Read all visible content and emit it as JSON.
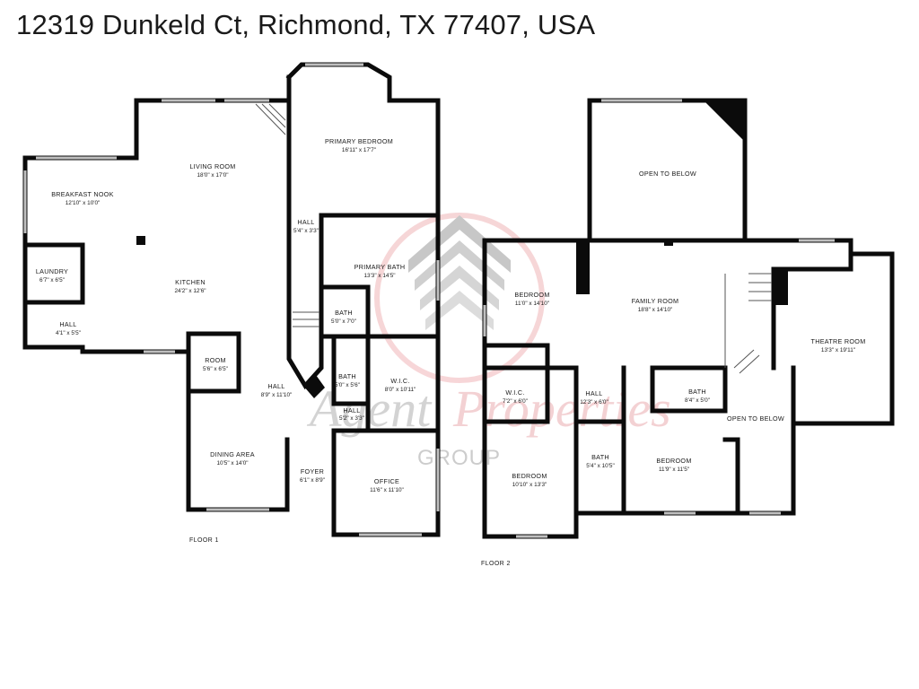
{
  "title": "12319 Dunkeld Ct, Richmond, TX 77407, USA",
  "floors": [
    {
      "label": "FLOOR 1",
      "rooms": [
        {
          "id": "breakfast-nook",
          "name": "BREAKFAST NOOK",
          "dim": "12'10\" x 10'0\""
        },
        {
          "id": "living-room",
          "name": "LIVING ROOM",
          "dim": "18'0\" x 17'0\""
        },
        {
          "id": "primary-bedroom",
          "name": "PRIMARY BEDROOM",
          "dim": "16'11\" x 17'7\""
        },
        {
          "id": "hall-1",
          "name": "HALL",
          "dim": "5'4\" x 3'3\""
        },
        {
          "id": "laundry",
          "name": "LAUNDRY",
          "dim": "6'7\" x 6'5\""
        },
        {
          "id": "kitchen",
          "name": "KITCHEN",
          "dim": "24'2\" x 12'6\""
        },
        {
          "id": "primary-bath",
          "name": "PRIMARY BATH",
          "dim": "13'3\" x 14'5\""
        },
        {
          "id": "hall-2",
          "name": "HALL",
          "dim": "4'1\" x 5'5\""
        },
        {
          "id": "bath-1",
          "name": "BATH",
          "dim": "5'0\" x 7'0\""
        },
        {
          "id": "room",
          "name": "ROOM",
          "dim": "5'6\" x 6'5\""
        },
        {
          "id": "hall-3",
          "name": "HALL",
          "dim": "8'9\" x 11'10\""
        },
        {
          "id": "bath-2",
          "name": "BATH",
          "dim": "5'0\" x 5'6\""
        },
        {
          "id": "wic-1",
          "name": "W.I.C.",
          "dim": "8'0\" x 10'11\""
        },
        {
          "id": "hall-4",
          "name": "HALL",
          "dim": "5'2\" x 3'3\""
        },
        {
          "id": "dining-area",
          "name": "DINING AREA",
          "dim": "10'5\" x 14'0\""
        },
        {
          "id": "foyer",
          "name": "FOYER",
          "dim": "6'1\" x 8'9\""
        },
        {
          "id": "office",
          "name": "OFFICE",
          "dim": "11'6\" x 11'10\""
        }
      ]
    },
    {
      "label": "FLOOR 2",
      "rooms": [
        {
          "id": "open-to-below-1",
          "name": "OPEN TO BELOW",
          "dim": ""
        },
        {
          "id": "bedroom-1",
          "name": "BEDROOM",
          "dim": "11'0\" x 14'10\""
        },
        {
          "id": "family-room",
          "name": "FAMILY ROOM",
          "dim": "18'8\" x 14'10\""
        },
        {
          "id": "theatre-room",
          "name": "THEATRE ROOM",
          "dim": "13'3\" x 19'11\""
        },
        {
          "id": "wic-2",
          "name": "W.I.C.",
          "dim": "7'2\" x 6'0\""
        },
        {
          "id": "hall-5",
          "name": "HALL",
          "dim": "12'3\" x 6'0\""
        },
        {
          "id": "bath-3",
          "name": "BATH",
          "dim": "8'4\" x 5'0\""
        },
        {
          "id": "open-to-below-2",
          "name": "OPEN TO BELOW",
          "dim": ""
        },
        {
          "id": "bedroom-2",
          "name": "BEDROOM",
          "dim": "10'10\" x 13'3\""
        },
        {
          "id": "bath-4",
          "name": "BATH",
          "dim": "5'4\" x 10'5\""
        },
        {
          "id": "bedroom-3",
          "name": "BEDROOM",
          "dim": "11'9\" x 11'5\""
        }
      ]
    }
  ],
  "watermark": {
    "text": "Agent Properties",
    "subtext": "GROUP",
    "color": "#e8a4a8"
  }
}
